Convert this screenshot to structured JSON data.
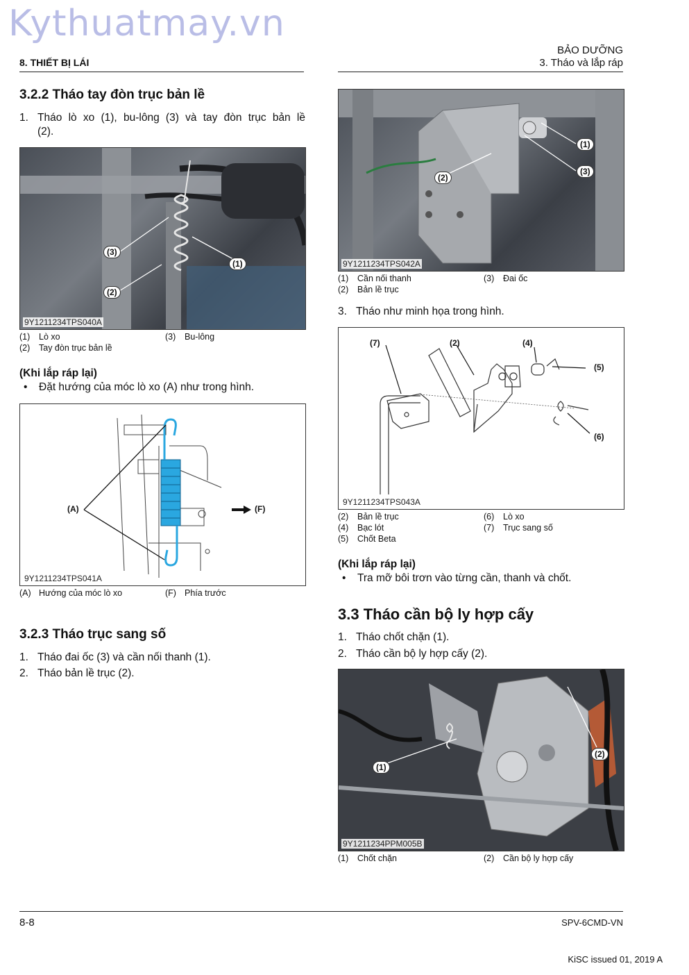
{
  "watermark": "Kythuatmay.vn",
  "header": {
    "left": "8. THIẾT BỊ LÁI",
    "right_line1": "BẢO DƯỠNG",
    "right_line2": "3. Tháo và lắp ráp"
  },
  "left": {
    "section1": {
      "title": "3.2.2 Tháo tay đòn trục bản lề",
      "step1_num": "1.",
      "step1_line1": "Tháo lò xo (1), bu-lông (3) và tay đòn trục bản lề",
      "step1_line2": "(2).",
      "fig1": {
        "code": "9Y1211234TPS040A",
        "labels": [
          "(1)",
          "(2)",
          "(3)"
        ],
        "captions": [
          {
            "n": "(1)",
            "t": "Lò xo"
          },
          {
            "n": "(3)",
            "t": "Bu-lông"
          },
          {
            "n": "(2)",
            "t": "Tay đòn trục bản lề"
          }
        ]
      },
      "reassembly_title": "(Khi lắp ráp lại)",
      "reassembly_bullet": "Đặt hướng của móc lò xo (A) như trong hình.",
      "fig2": {
        "code": "9Y1211234TPS041A",
        "label_a": "(A)",
        "label_f": "(F)",
        "captions": [
          {
            "n": "(A)",
            "t": "Hướng của móc lò xo"
          },
          {
            "n": "(F)",
            "t": "Phía trước"
          }
        ]
      }
    },
    "section2": {
      "title": "3.2.3 Tháo trục sang số",
      "steps": [
        {
          "n": "1.",
          "t": "Tháo đai ốc (3) và cần nối thanh (1)."
        },
        {
          "n": "2.",
          "t": "Tháo bản lề trục (2)."
        }
      ]
    }
  },
  "right": {
    "fig3": {
      "code": "9Y1211234TPS042A",
      "labels": [
        "(1)",
        "(2)",
        "(3)"
      ],
      "captions": [
        {
          "n": "(1)",
          "t": "Cần nối thanh"
        },
        {
          "n": "(3)",
          "t": "Đai ốc"
        },
        {
          "n": "(2)",
          "t": "Bản lề trục"
        }
      ]
    },
    "step3": {
      "n": "3.",
      "t": "Tháo như minh họa trong hình."
    },
    "fig4": {
      "code": "9Y1211234TPS043A",
      "labels": [
        "(7)",
        "(2)",
        "(4)",
        "(5)",
        "(6)"
      ],
      "captions": [
        {
          "n": "(2)",
          "t": "Bản lề trục"
        },
        {
          "n": "(6)",
          "t": "Lò xo"
        },
        {
          "n": "(4)",
          "t": "Bạc lót"
        },
        {
          "n": "(7)",
          "t": "Trục sang số"
        },
        {
          "n": "(5)",
          "t": "Chốt Beta"
        }
      ]
    },
    "reassembly_title": "(Khi lắp ráp lại)",
    "reassembly_bullet": "Tra mỡ bôi trơn vào từng cần, thanh và chốt.",
    "section3": {
      "title": "3.3 Tháo cần bộ ly hợp cấy",
      "steps": [
        {
          "n": "1.",
          "t": "Tháo chốt chặn (1)."
        },
        {
          "n": "2.",
          "t": "Tháo cần bộ ly hợp cấy (2)."
        }
      ],
      "fig5": {
        "code": "9Y1211234PPM005B",
        "labels": [
          "(1)",
          "(2)"
        ],
        "captions": [
          {
            "n": "(1)",
            "t": "Chốt chặn"
          },
          {
            "n": "(2)",
            "t": "Cần bộ ly hợp cấy"
          }
        ]
      }
    }
  },
  "footer": {
    "page": "8-8",
    "doc": "SPV-6CMD-VN",
    "issued": "KiSC issued 01, 2019 A"
  },
  "colors": {
    "spring_highlight": "#2aa7e0",
    "watermark": "#b9bde6"
  }
}
